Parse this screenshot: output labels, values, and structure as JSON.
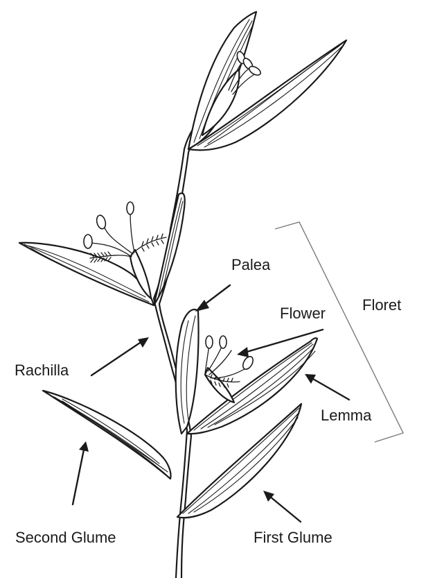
{
  "labels": {
    "palea": "Palea",
    "flower": "Flower",
    "floret": "Floret",
    "rachilla": "Rachilla",
    "lemma": "Lemma",
    "second_glume": "Second Glume",
    "first_glume": "First Glume"
  },
  "colors": {
    "ink": "#1a1a1a",
    "bracket": "#7a7a7a",
    "background": "#ffffff"
  }
}
